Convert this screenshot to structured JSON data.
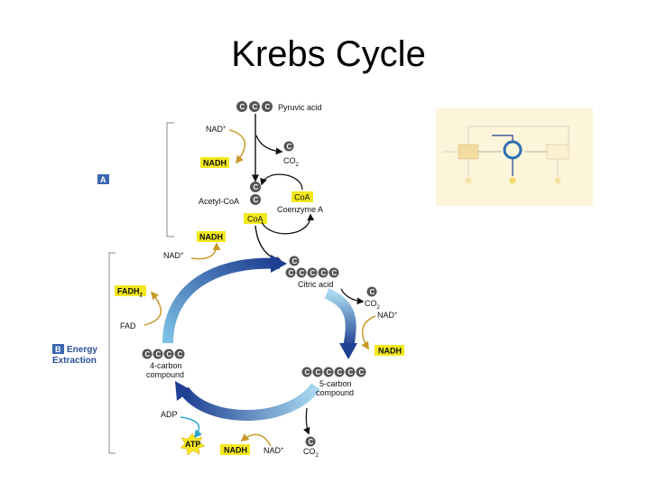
{
  "title": "Krebs Cycle",
  "carbon_letter": "C",
  "colors": {
    "yellow_box": "#f3e81e",
    "cycle_dark": "#1f3f92",
    "cycle_light": "#7ec3e6",
    "gold_arrow": "#c89a2a",
    "carbon": "#555555",
    "section_blue": "#3a67b1"
  },
  "diagram": {
    "pyruvic_acid": "Pyruvic acid",
    "nad_plus_a": "NAD",
    "nadh_a": "NADH",
    "co2_a": "CO",
    "acetyl_coa": "Acetyl-CoA",
    "coa_box": "CoA",
    "coenzyme_a": "Coenzyme A",
    "coa_box2": "CoA",
    "section_a": "A",
    "nadh_b": "NADH",
    "nad_plus_b": "NAD",
    "citric_acid": "Citric acid",
    "co2_b": "CO",
    "nad_plus_c": "NAD",
    "nadh_c": "NADH",
    "fadh2": "FADH",
    "fad": "FAD",
    "section_b_letter": "B",
    "section_b_line1": "Energy",
    "section_b_line2": "Extraction",
    "four_carbon_1": "4-carbon",
    "four_carbon_2": "compound",
    "five_carbon_1": "5-carbon",
    "five_carbon_2": "compound",
    "adp": "ADP",
    "atp": "ATP",
    "nadh_d": "NADH",
    "nad_plus_d": "NAD",
    "co2_d": "CO",
    "plus": "+",
    "sub2": "2"
  }
}
